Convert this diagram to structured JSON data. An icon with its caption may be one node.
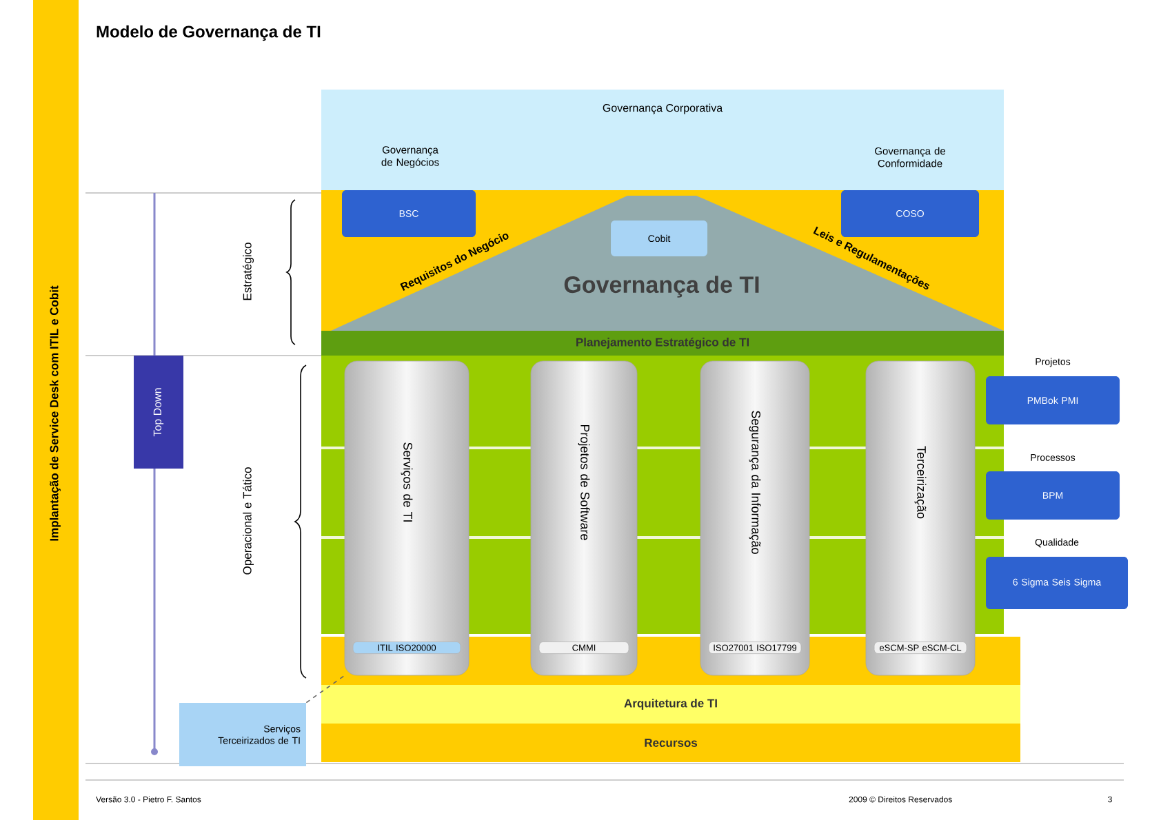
{
  "diagram": {
    "title": "Modelo de Governança de TI",
    "nodes": [
      {
        "text": [
          "Governança Corporativa"
        ]
      },
      {
        "text": [
          "Governança de Negócios"
        ],
        "in": 0
      },
      {
        "text": [
          "BSC"
        ]
      },
      {
        "text": [
          "Governança de Conformidade"
        ],
        "in": 0
      },
      {
        "text": [
          "COSO"
        ]
      },
      {
        "text": [
          "Governança de TI"
        ]
      },
      {
        "text": [
          "Cobit"
        ],
        "in": 5
      },
      {
        "text": [
          "Planejamento Estratégico de TI"
        ]
      },
      {
        "text": [
          "Serviços de TI",
          "ITIL ISO20000"
        ]
      },
      {
        "text": [
          "Projetos de Software",
          "CMMI"
        ]
      },
      {
        "text": [
          "Segurança da Informação",
          "ISO27001 ISO17799"
        ]
      },
      {
        "text": [
          "Terceirização",
          "eSCM-SP eSCM-CL"
        ]
      },
      {
        "text": [
          "Projetos",
          "PMBok PMI"
        ]
      },
      {
        "text": [
          "Processos",
          "BPM"
        ]
      },
      {
        "text": [
          "Qualidade",
          "6 Sigma Seis Sigma"
        ]
      },
      {
        "text": [
          "Arquitetura de TI"
        ]
      },
      {
        "text": [
          "Recursos"
        ]
      },
      {
        "text": [
          "Serviços Terceirizados de TI"
        ]
      },
      {
        "text": [
          "Top Down"
        ]
      }
    ],
    "edges": [
      {
        "from": 17,
        "to": 8,
        "arrow": "none",
        "style": "dashed"
      }
    ],
    "labels": [
      "Implantação de Service Desk com ITIL e Cobit",
      "Estratégico",
      "Requisitos do Negócio",
      "Leis e Regulamentações",
      "Operacional e Tático",
      "Versão 3.0 - Pietro F. Santos",
      "2009 © Direitos Reservados",
      "3"
    ]
  }
}
